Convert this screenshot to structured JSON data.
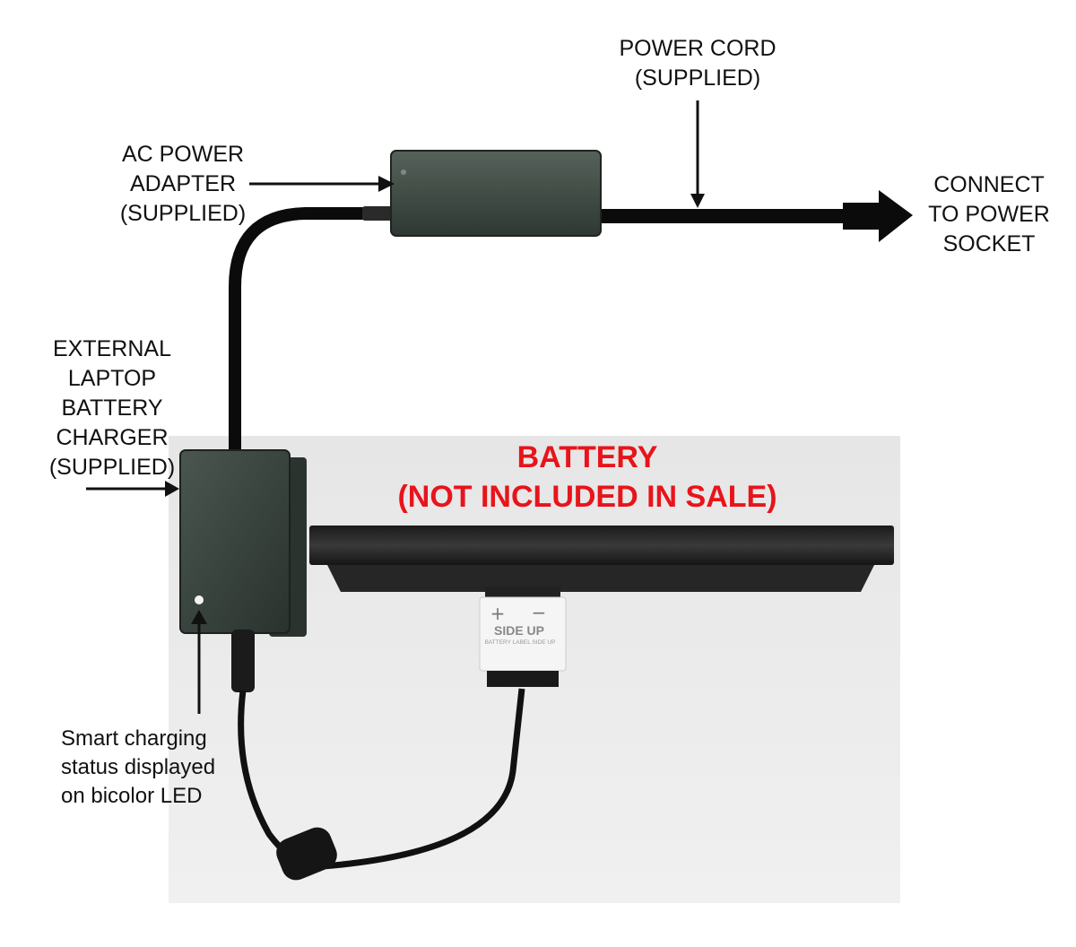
{
  "labels": {
    "power_cord": [
      "POWER CORD",
      "(SUPPLIED)"
    ],
    "ac_adapter": [
      "AC POWER",
      "ADAPTER",
      "(SUPPLIED)"
    ],
    "connect": [
      "CONNECT",
      "TO POWER",
      "SOCKET"
    ],
    "charger": [
      "EXTERNAL",
      "LAPTOP",
      "BATTERY",
      "CHARGER",
      "(SUPPLIED)"
    ],
    "led_note": [
      "Smart charging",
      "status displayed",
      "on bicolor LED"
    ],
    "battery": [
      "BATTERY",
      "(NOT INCLUDED IN SALE)"
    ]
  },
  "connector": {
    "plus": "+",
    "minus": "−",
    "side_up": "SIDE UP",
    "battery_label_side_up": "BATTERY LABEL SIDE UP"
  },
  "colors": {
    "battery_text": "#e8141b",
    "device_green": "#3f4a44",
    "cable": "#0b0b0b",
    "photo_bg": "#ececec"
  }
}
